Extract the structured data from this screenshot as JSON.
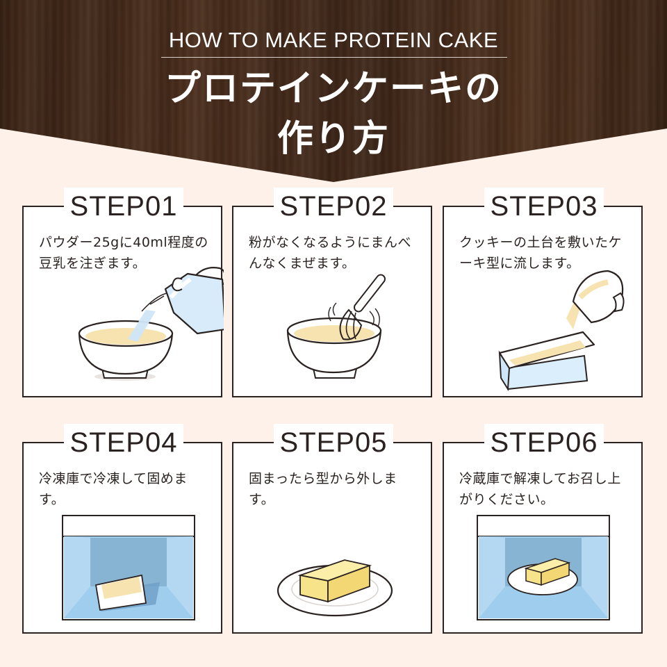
{
  "header": {
    "subtitle": "HOW TO MAKE PROTEIN CAKE",
    "title_line1": "プロテインケーキの",
    "title_line2": "作り方"
  },
  "steps": [
    {
      "label": "STEP01",
      "text": "パウダー25gに40ml程度の豆乳を注ぎます。",
      "illustration": "milk-pitcher-pouring-into-bowl"
    },
    {
      "label": "STEP02",
      "text": "粉がなくなるようにまんべんなくまぜます。",
      "illustration": "whisk-mixing-bowl"
    },
    {
      "label": "STEP03",
      "text": "クッキーの土台を敷いたケーキ型に流します。",
      "illustration": "bowl-pouring-into-cake-mold"
    },
    {
      "label": "STEP04",
      "text": "冷凍庫で冷凍して固めます。",
      "illustration": "cake-mold-in-freezer"
    },
    {
      "label": "STEP05",
      "text": "固まったら型から外します。",
      "illustration": "cake-on-plate"
    },
    {
      "label": "STEP06",
      "text": "冷蔵庫で解凍してお召し上がりください。",
      "illustration": "cake-plate-in-refrigerator"
    }
  ],
  "colors": {
    "background": "#fdf1e9",
    "wood": "#3d2618",
    "cream": "#f8e6b5",
    "freezer_blue": "#9fcdee",
    "outline": "#2a2220"
  }
}
